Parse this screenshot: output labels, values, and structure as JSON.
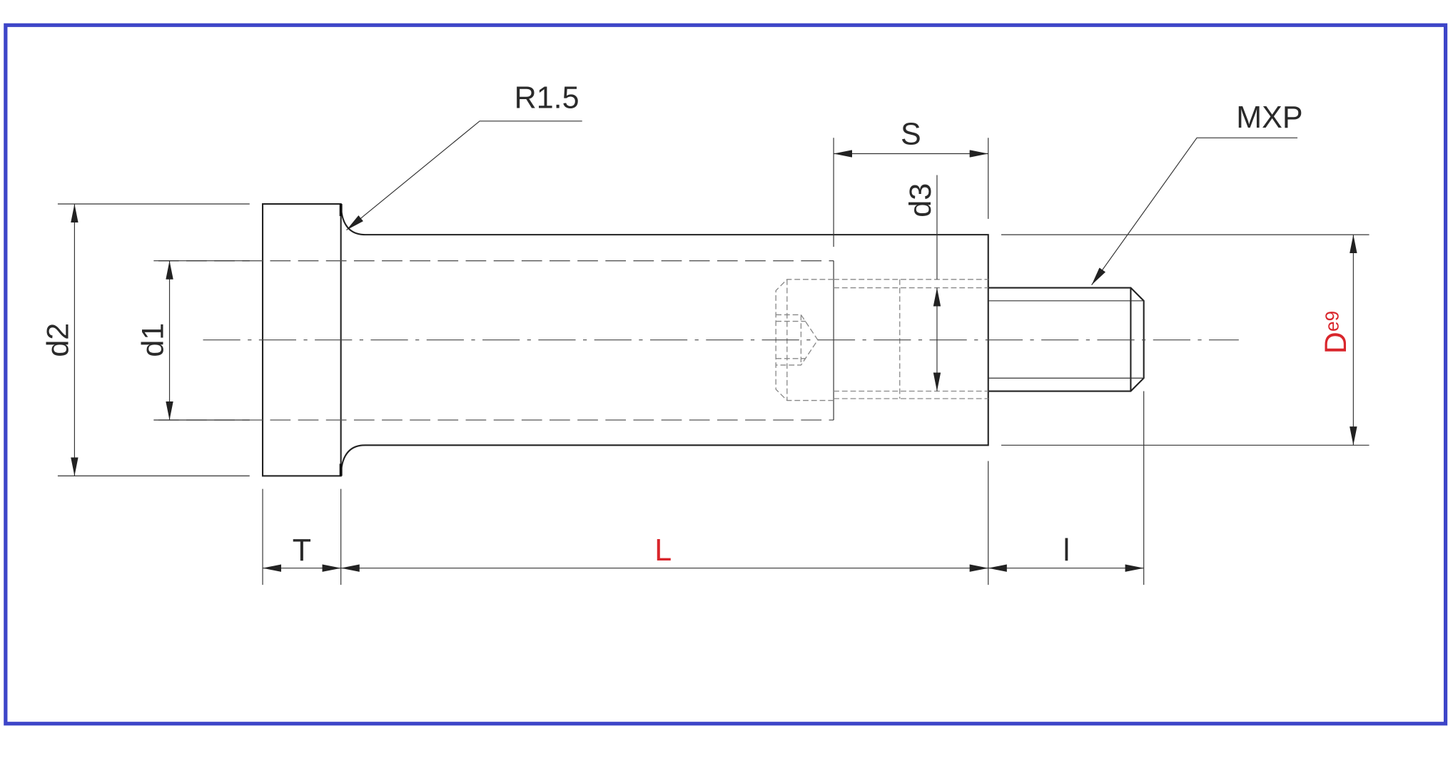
{
  "drawing": {
    "labels": {
      "radius": "R1.5",
      "thread": "MXP",
      "shank_length": "S",
      "bore_diameter_small": "d3",
      "head_diameter": "d2",
      "bore_diameter": "d1",
      "head_thickness": "T",
      "length": "L",
      "thread_length": "l",
      "diameter": "D",
      "diameter_tolerance": "e9"
    },
    "colors": {
      "border": "#3d45c8",
      "highlight": "#d9262c",
      "line": "#222222"
    }
  }
}
